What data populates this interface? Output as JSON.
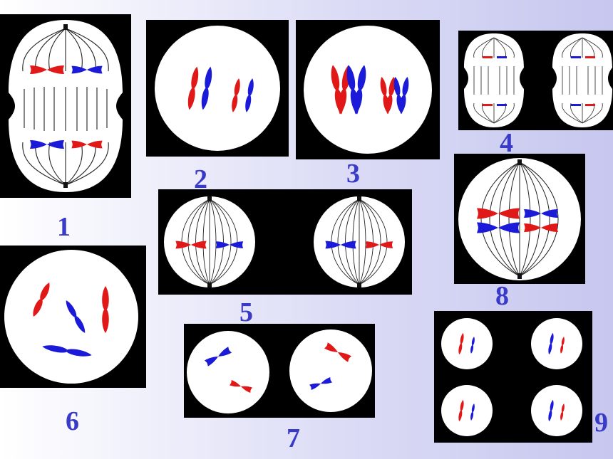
{
  "labels": {
    "p1": "1",
    "p2": "2",
    "p3": "3",
    "p4": "4",
    "p5": "5",
    "p6": "6",
    "p7": "7",
    "p8": "8",
    "p9": "9"
  },
  "colors": {
    "red": "#e01818",
    "blue": "#1a1ad8",
    "label": "#3a3ac8",
    "cell": "#ffffff",
    "panel": "#000000"
  }
}
